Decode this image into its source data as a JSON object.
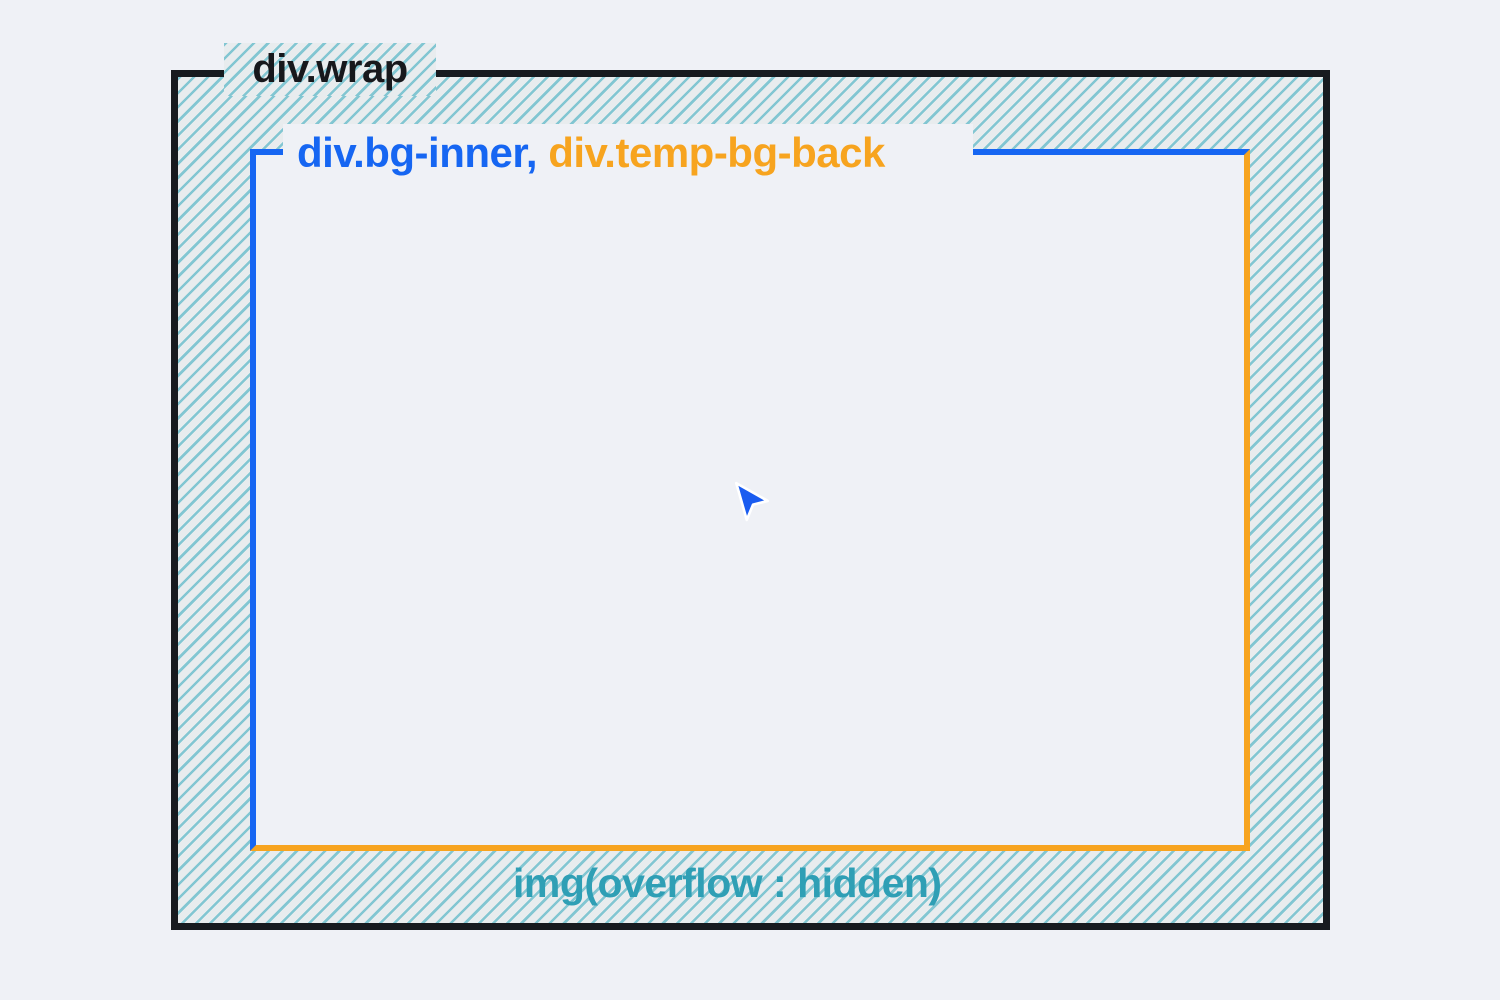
{
  "labels": {
    "wrap": "div.wrap",
    "inner_left": "div.bg-inner, ",
    "inner_right": "div.temp-bg-back",
    "overflow": "img(overflow : hidden)"
  },
  "icons": {
    "cursor": "mouse-pointer"
  },
  "colors": {
    "page_bg": "#eff1f6",
    "hatch_bg": "#e8ecee",
    "hatch_line": "#82c6d2",
    "wrap_border": "#171a1f",
    "inner_blue": "#1666f2",
    "inner_orange": "#f7a41f",
    "overflow_teal": "#2f9fb5",
    "wrap_text": "#17181c",
    "cursor_fill": "#1a5cf0",
    "cursor_outline": "#ffffff"
  }
}
